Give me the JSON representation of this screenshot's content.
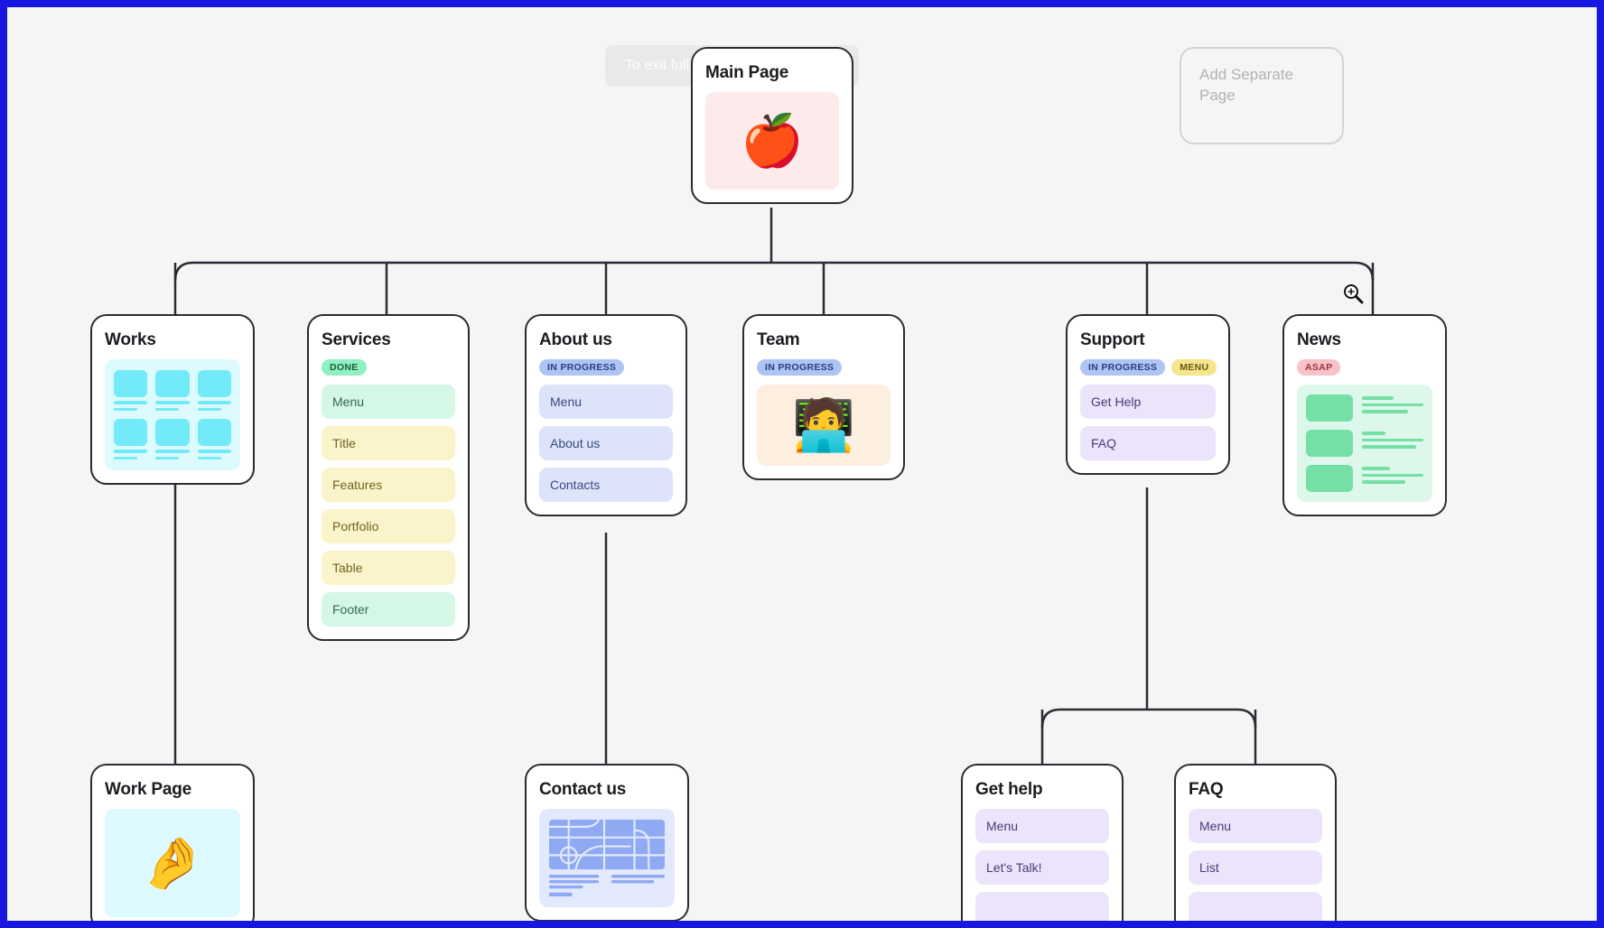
{
  "tooltip": {
    "text": "To exit full screen, press and hold"
  },
  "placeholder": {
    "label": "Add Separate Page"
  },
  "cursor": {
    "icon": "zoom-in-cursor"
  },
  "nodes": {
    "main_page": {
      "title": "Main Page",
      "emoji": "🍎"
    },
    "works": {
      "title": "Works"
    },
    "services": {
      "title": "Services",
      "badges": [
        "DONE"
      ],
      "items": [
        "Menu",
        "Title",
        "Features",
        "Portfolio",
        "Table",
        "Footer"
      ]
    },
    "about_us": {
      "title": "About us",
      "badges": [
        "IN PROGRESS"
      ],
      "items": [
        "Menu",
        "About us",
        "Contacts"
      ]
    },
    "team": {
      "title": "Team",
      "badges": [
        "IN PROGRESS"
      ],
      "emoji": "🧑‍💻"
    },
    "support": {
      "title": "Support",
      "badges": [
        "IN PROGRESS",
        "MENU"
      ],
      "items": [
        "Get Help",
        "FAQ"
      ]
    },
    "news": {
      "title": "News",
      "badges": [
        "ASAP"
      ]
    },
    "work_page": {
      "title": "Work Page",
      "emoji": "🤌"
    },
    "contact_us": {
      "title": "Contact us"
    },
    "get_help": {
      "title": "Get help",
      "items": [
        "Menu",
        "Let's Talk!"
      ]
    },
    "faq": {
      "title": "FAQ",
      "items": [
        "Menu",
        "List"
      ]
    }
  },
  "colors": {
    "canvas": "#f5f5f5",
    "border": "#2b2b33",
    "frame": "#1717e0",
    "done": "#8ff0c0",
    "in_progress": "#aec4f5",
    "menu": "#f5e58c",
    "asap": "#f9c2c6"
  }
}
